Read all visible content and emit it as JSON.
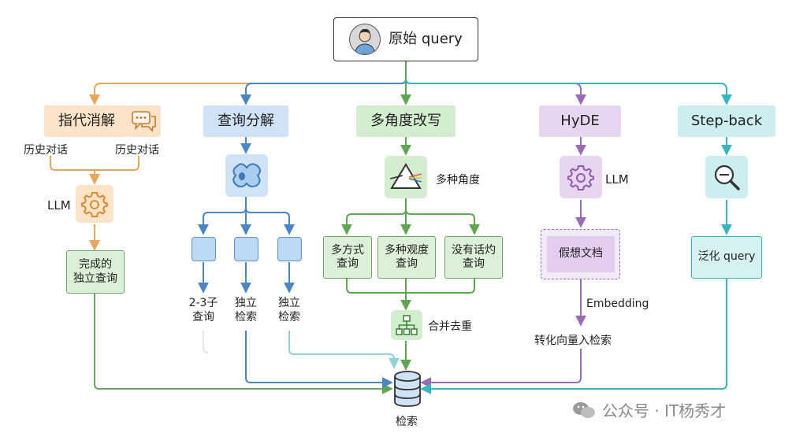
{
  "root": {
    "label": "原始 query",
    "icon": "user-avatar-icon"
  },
  "branches": {
    "coref": {
      "title": "指代消解",
      "icon": "chat-bubble-icon",
      "history_left": "历史对话",
      "history_right": "历史对话",
      "llm_label": "LLM",
      "output": "完成的\n独立查询",
      "color": "#e8a55c"
    },
    "decompose": {
      "title": "查询分解",
      "icon": "decompose-blob-icon",
      "sub1": "2-3子\n查询",
      "sub2": "独立\n检索",
      "sub3": "独立\n检索",
      "color": "#4a86c5"
    },
    "multi": {
      "title": "多角度改写",
      "icon": "prism-icon",
      "angle_label": "多种角度",
      "box1": "多方式\n查询",
      "box2": "多种观度\n查询",
      "box3": "没有话灼\n查询",
      "merge_label": "合并去重",
      "merge_icon": "hierarchy-icon",
      "color": "#5fa653"
    },
    "hyde": {
      "title": "HyDE",
      "llm_label": "LLM",
      "doc": "假想文档",
      "embed_label": "Embedding",
      "vector_label": "转化向量入检索",
      "color": "#9a6cb8"
    },
    "stepback": {
      "title": "Step-back",
      "icon": "magnifier-icon",
      "output": "泛化 query",
      "color": "#35b6c0"
    }
  },
  "target": {
    "label": "检索",
    "icon": "database-icon"
  },
  "watermark": {
    "text": "公众号 · IT杨秀才",
    "icon": "wechat-icon"
  }
}
